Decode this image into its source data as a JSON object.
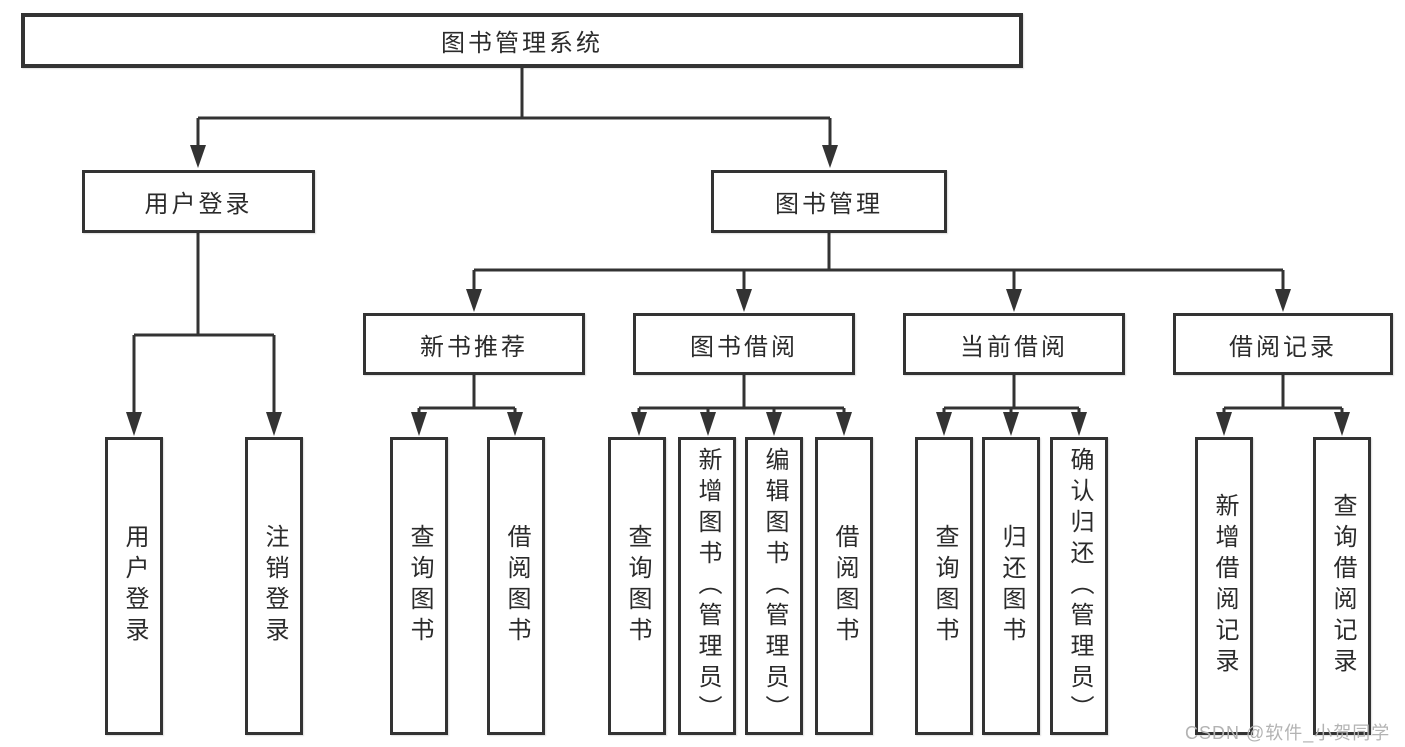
{
  "tree": {
    "root": {
      "label": "图书管理系统"
    },
    "branches": [
      {
        "label": "用户登录",
        "children": [
          {
            "label": "用户登录"
          },
          {
            "label": "注销登录"
          }
        ]
      },
      {
        "label": "图书管理",
        "children": [
          {
            "label": "新书推荐",
            "children": [
              {
                "label": "查询图书"
              },
              {
                "label": "借阅图书"
              }
            ]
          },
          {
            "label": "图书借阅",
            "children": [
              {
                "label": "查询图书"
              },
              {
                "label": "新增图书（管理员）"
              },
              {
                "label": "编辑图书（管理员）"
              },
              {
                "label": "借阅图书"
              }
            ]
          },
          {
            "label": "当前借阅",
            "children": [
              {
                "label": "查询图书"
              },
              {
                "label": "归还图书"
              },
              {
                "label": "确认归还（管理员）"
              }
            ]
          },
          {
            "label": "借阅记录",
            "children": [
              {
                "label": "新增借阅记录"
              },
              {
                "label": "查询借阅记录"
              }
            ]
          }
        ]
      }
    ]
  },
  "watermark": {
    "text": "CSDN @软件_小贺同学"
  },
  "colors": {
    "line": "#333333",
    "text": "#2b2b2b",
    "watermark": "#b3b3b3",
    "background": "#ffffff"
  }
}
